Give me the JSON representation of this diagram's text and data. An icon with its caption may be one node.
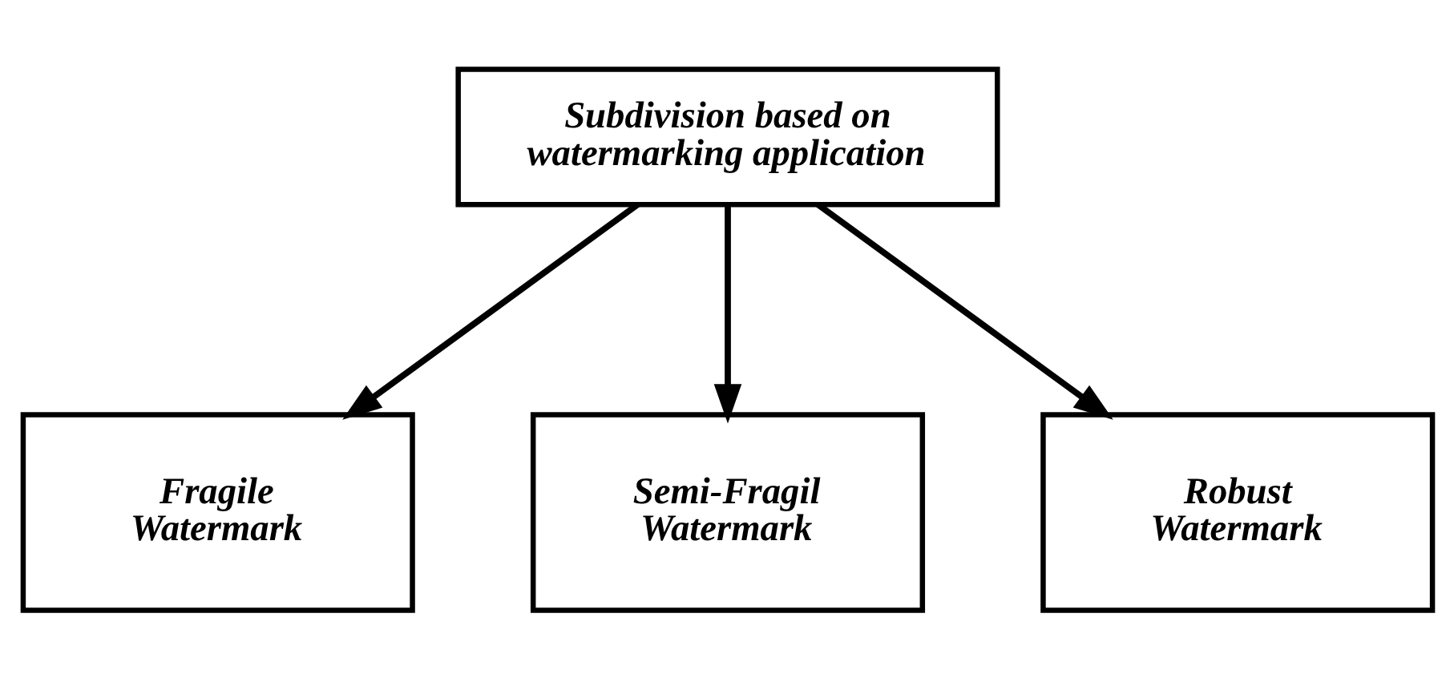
{
  "diagram": {
    "nodes": [
      {
        "text": [
          "Subdivision based on watermarking application"
        ]
      },
      {
        "text": [
          "Fragile Watermark"
        ]
      },
      {
        "text": [
          "Semi-Fragil Watermark"
        ]
      },
      {
        "text": [
          "Robust Watermark"
        ]
      }
    ],
    "edges": [
      {
        "from": 0,
        "to": 1,
        "arrow": "to"
      },
      {
        "from": 0,
        "to": 2,
        "arrow": "to"
      },
      {
        "from": 0,
        "to": 3,
        "arrow": "to"
      }
    ]
  }
}
